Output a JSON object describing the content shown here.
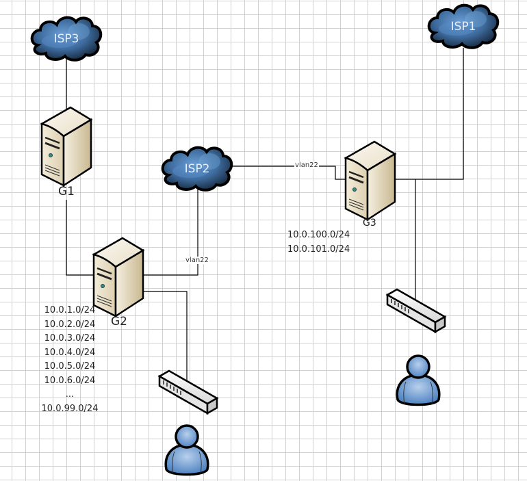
{
  "clouds": [
    {
      "id": "isp3",
      "label": "ISP3"
    },
    {
      "id": "isp2",
      "label": "ISP2"
    },
    {
      "id": "isp1",
      "label": "ISP1"
    }
  ],
  "gateways": [
    {
      "id": "g1",
      "label": "G1"
    },
    {
      "id": "g2",
      "label": "G2"
    },
    {
      "id": "g3",
      "label": "G3"
    }
  ],
  "links": {
    "isp2_g3_label": "vlan22",
    "isp2_g2_label": "vlan22"
  },
  "subnets": {
    "g2": [
      "10.0.1.0/24",
      "10.0.2.0/24",
      "10.0.3.0/24",
      "10.0.4.0/24",
      "10.0.5.0/24",
      "10.0.6.0/24",
      "...",
      "10.0.99.0/24"
    ],
    "g3": [
      "10.0.100.0/24",
      "10.0.101.0/24"
    ]
  },
  "colors": {
    "cloud_light": "#5b8fc9",
    "cloud_dark": "#1a2f4a",
    "server_body": "#e6dcc4",
    "user_blue": "#6a9bd4"
  }
}
